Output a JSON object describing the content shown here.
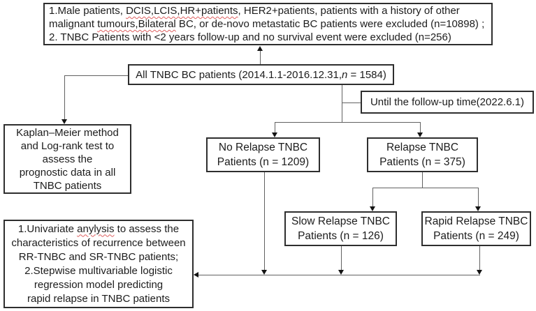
{
  "colors": {
    "box_border": "#2e2e2e",
    "connector_line": "#616161",
    "arrowhead": "#141414",
    "spellcheck_underline": "#de5f5f",
    "text": "#1c1c1c",
    "background": "#ffffff"
  },
  "flowchart": {
    "exclusion_box": {
      "line1_pre": "1.Male patients, ",
      "line1_wavy": "DCIS,LCIS,HR+patients",
      "line1_post": ", HER2+patients, patients with a history of other",
      "line2_pre": "malignant ",
      "line2_wavy": "tumours,Bilateral",
      "line2_post": " BC, or de-novo metastatic BC patients were excluded (n=10898) ;",
      "line3": "2. TNBC Patients with <2 years follow-up and no survival event were excluded (n=256)"
    },
    "cohort_box": {
      "text_pre": "All TNBC BC patients  (2014.1.1-2016.12.31,",
      "text_italic": "n",
      "text_post": " = 1584)"
    },
    "followup_box": {
      "label": "Until the follow-up time(2022.6.1)"
    },
    "km_box": {
      "lines": [
        "Kaplan–Meier method",
        "and Log-rank test to",
        "assess the",
        "prognostic data in all",
        "TNBC patients"
      ]
    },
    "no_relapse_box": {
      "line1": "No Relapse TNBC",
      "line2": "Patients  (n = 1209)"
    },
    "relapse_box": {
      "line1": "Relapse TNBC",
      "line2": "Patients  (n = 375)"
    },
    "slow_relapse_box": {
      "line1": "Slow Relapse TNBC",
      "line2": "Patients  (n = 126)"
    },
    "rapid_relapse_box": {
      "line1": "Rapid Relapse TNBC",
      "line2": "Patients  (n = 249)"
    },
    "analysis_box": {
      "line1_pre": "1.Univariate ",
      "line1_wavy": "anylysis",
      "line1_post": " to assess the",
      "line2": "characteristics of recurrence between",
      "line3": "RR-TNBC and SR-TNBC patients;",
      "line4": "2.Stepwise multivariable logistic",
      "line5": "regression model predicting",
      "line6": "rapid relapse in TNBC patients"
    }
  }
}
